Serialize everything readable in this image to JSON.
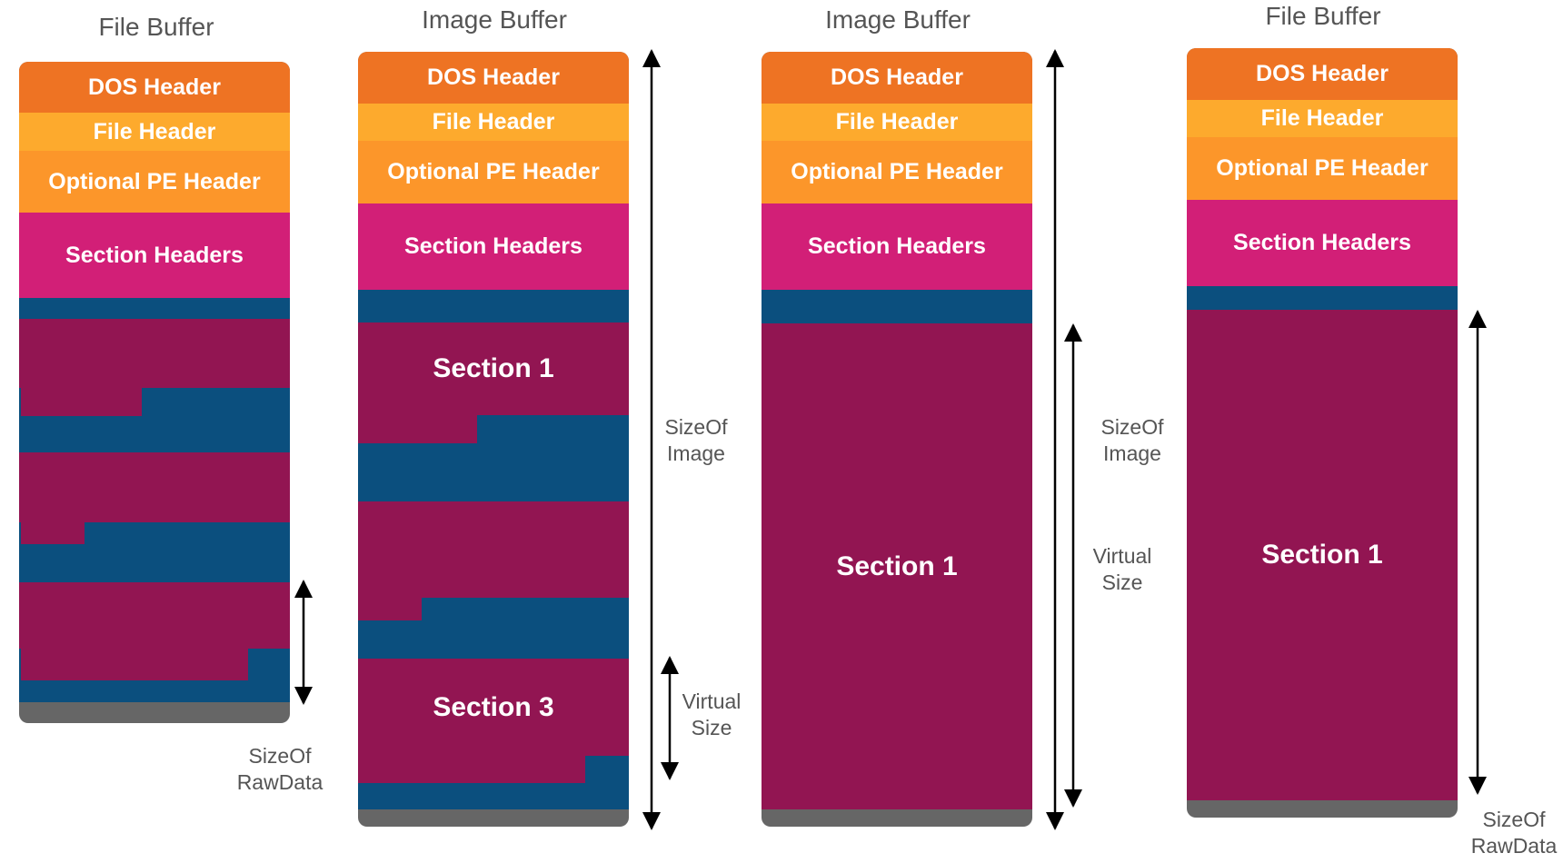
{
  "colors": {
    "dos": "#EE7323",
    "file": "#FDAA2D",
    "optional": "#FC962A",
    "section_headers": "#D21F77",
    "section": "#921552",
    "padding": "#0B4F7E",
    "end": "#666666"
  },
  "columns": [
    {
      "title": "File Buffer",
      "blocks": {
        "dos": "DOS Header",
        "file": "File Header",
        "optional": "Optional PE Header",
        "section_headers": "Section Headers"
      },
      "measures": [
        {
          "label": "SizeOf\nRawData"
        }
      ]
    },
    {
      "title": "Image Buffer",
      "blocks": {
        "dos": "DOS Header",
        "file": "File Header",
        "optional": "Optional PE Header",
        "section_headers": "Section Headers"
      },
      "sections": [
        "Section 1",
        "Section 3"
      ],
      "measures": [
        {
          "label": "SizeOf\nImage"
        },
        {
          "label": "Virtual\nSize"
        }
      ]
    },
    {
      "title": "Image Buffer",
      "blocks": {
        "dos": "DOS Header",
        "file": "File Header",
        "optional": "Optional PE Header",
        "section_headers": "Section Headers"
      },
      "sections": [
        "Section 1"
      ],
      "measures": [
        {
          "label": "SizeOf\nImage"
        },
        {
          "label": "Virtual\nSize"
        }
      ]
    },
    {
      "title": "File Buffer",
      "blocks": {
        "dos": "DOS Header",
        "file": "File Header",
        "optional": "Optional PE Header",
        "section_headers": "Section Headers"
      },
      "sections": [
        "Section 1"
      ],
      "measures": [
        {
          "label": "SizeOf\nRawData"
        }
      ]
    }
  ]
}
